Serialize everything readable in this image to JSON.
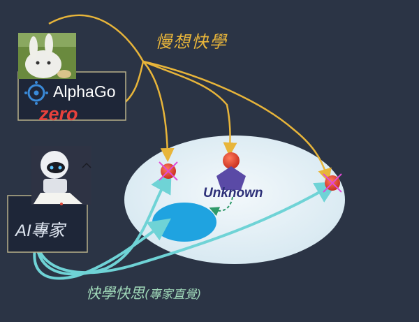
{
  "labels": {
    "slow_thinking": "慢想快學",
    "fast_learning": "快學快思",
    "fast_learning_sub": "(專家直覺)",
    "alphago": "AlphaGo",
    "zero": "zero",
    "ai_expert": "AI專家",
    "unknown": "Unknown"
  },
  "colors": {
    "background": "#2b3445",
    "slow_arrows": "#e8b53a",
    "fast_arrows": "#6fd3d6",
    "target_red": "#e0402a",
    "unknown_pentagon": "#5a4aa6",
    "blob": "#1fa3e0",
    "cross": "#e04ad6"
  },
  "icons": {
    "alphago_logo": "alphago-logo-icon",
    "rabbit": "rabbit-avatar-icon",
    "robot": "robot-reader-icon"
  }
}
